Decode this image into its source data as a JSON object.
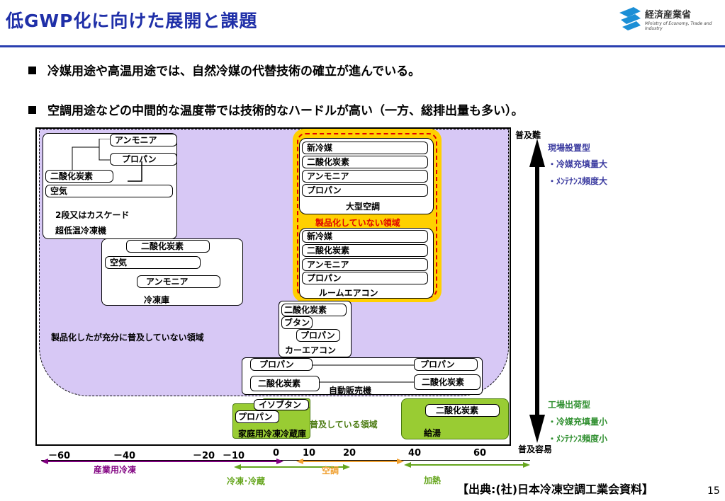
{
  "header": {
    "title": "低GWP化に向けた展開と課題",
    "logo_text": "経済産業省",
    "logo_sub": "Ministry of Economy, Trade and Industry"
  },
  "bullets": [
    "冷媒用途や高温用途では、自然冷媒の代替技術の確立が進んでいる。",
    "空調用途などの中間的な温度帯では技術的なハードルが高い（一方、総排出量も多い）。"
  ],
  "diagram": {
    "ultra_low": {
      "items": [
        "アンモニア",
        "プロパン",
        "二酸化炭素",
        "空気"
      ],
      "caption1": "2段又はカスケード",
      "caption2": "超低温冷凍機"
    },
    "cold_storage": {
      "items": [
        "二酸化炭素",
        "空気",
        "アンモニア"
      ],
      "caption": "冷凍庫"
    },
    "not_widespread_label": "製品化したが充分に普及していない領域",
    "large_ac": {
      "items": [
        "新冷媒",
        "二酸化炭素",
        "アンモニア",
        "プロパン"
      ],
      "caption": "大型空調"
    },
    "not_commercialized_label": "製品化していない領域",
    "room_ac": {
      "items": [
        "新冷媒",
        "二酸化炭素",
        "アンモニア",
        "プロパン"
      ],
      "caption": "ルームエアコン"
    },
    "car_ac": {
      "items": [
        "二酸化炭素",
        "ブタン",
        "プロパン"
      ],
      "caption": "カーエアコン"
    },
    "vending": {
      "left": [
        "プロパン",
        "二酸化炭素"
      ],
      "right": [
        "プロパン",
        "二酸化炭素"
      ],
      "caption": "自動販売機"
    },
    "household": {
      "items": [
        "イソブタン",
        "プロパン"
      ],
      "caption": "家庭用冷凍冷蔵庫"
    },
    "widespread_label": "普及している領域",
    "hot_water": {
      "items": [
        "二酸化炭素"
      ],
      "caption": "給湯"
    }
  },
  "side": {
    "top": "普及難",
    "top_type": "現場設置型",
    "top_points": [
      "・冷媒充填量大",
      "・ﾒﾝﾃﾅﾝｽ頻度大"
    ],
    "bottom_type": "工場出荷型",
    "bottom_points": [
      "・冷媒充填量小",
      "・ﾒﾝﾃﾅﾝｽ頻度小"
    ],
    "bottom": "普及容易"
  },
  "axis": {
    "ticks": [
      "－60",
      "－40",
      "－20",
      "－10",
      "0",
      "10",
      "20",
      "40",
      "60"
    ],
    "ranges": [
      "産業用冷凍",
      "冷凍･冷蔵",
      "空調",
      "加熱"
    ]
  },
  "source": "【出典:(社)日本冷凍空調工業会資料】",
  "page_number": "15",
  "colors": {
    "title": "#1f2fa8",
    "purple_area": "#d7c8f5",
    "yellow": "#ffd000",
    "red": "#e00000",
    "green": "#99cc33",
    "industrial": "#800080",
    "cold": "#66a61e",
    "ac": "#f0a030"
  }
}
